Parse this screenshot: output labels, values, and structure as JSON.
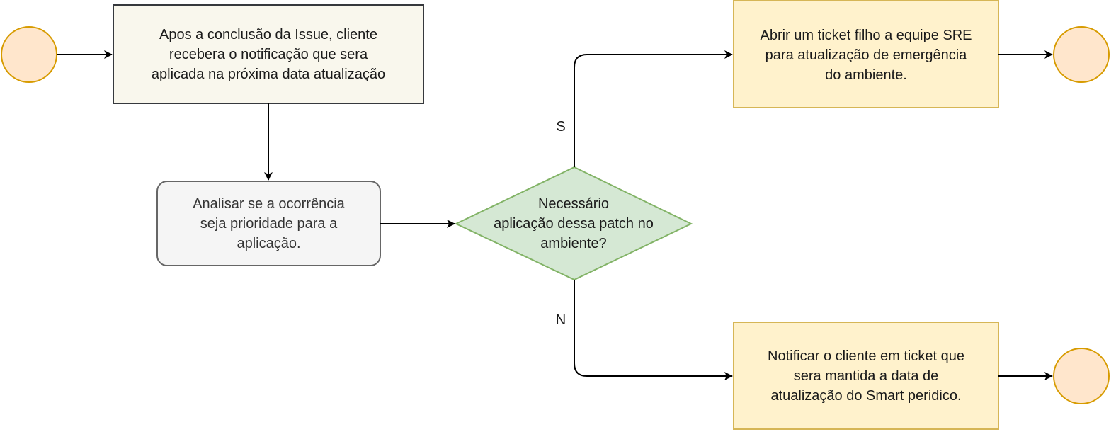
{
  "diagram": {
    "nodes": {
      "notice": {
        "text": "Apos a conclusão da Issue, cliente\nrecebera o notificação que sera\naplicada na próxima data atualização"
      },
      "analyze": {
        "text": "Analisar se a ocorrência\nseja prioridade para a\naplicação."
      },
      "decision": {
        "text": "Necessário\naplicação dessa patch no\nambiente?"
      },
      "sre_ticket": {
        "text": "Abrir um ticket filho a equipe SRE\npara atualização de emergência\ndo ambiente."
      },
      "notify_client": {
        "text": "Notificar o cliente em ticket que\nsera mantida a data de\natualização do Smart peridico."
      }
    },
    "edge_labels": {
      "yes": "S",
      "no": "N"
    },
    "colors": {
      "event_fill": "#ffe6cc",
      "event_stroke": "#d79b00",
      "process_fill": "#f9f7ed",
      "process_stroke": "#36393d",
      "rounded_fill": "#f5f5f5",
      "rounded_stroke": "#666666",
      "decision_fill": "#d5e8d4",
      "decision_stroke": "#82b366",
      "action_fill": "#fff2cc",
      "action_stroke": "#d6b656",
      "edge": "#000000"
    }
  }
}
